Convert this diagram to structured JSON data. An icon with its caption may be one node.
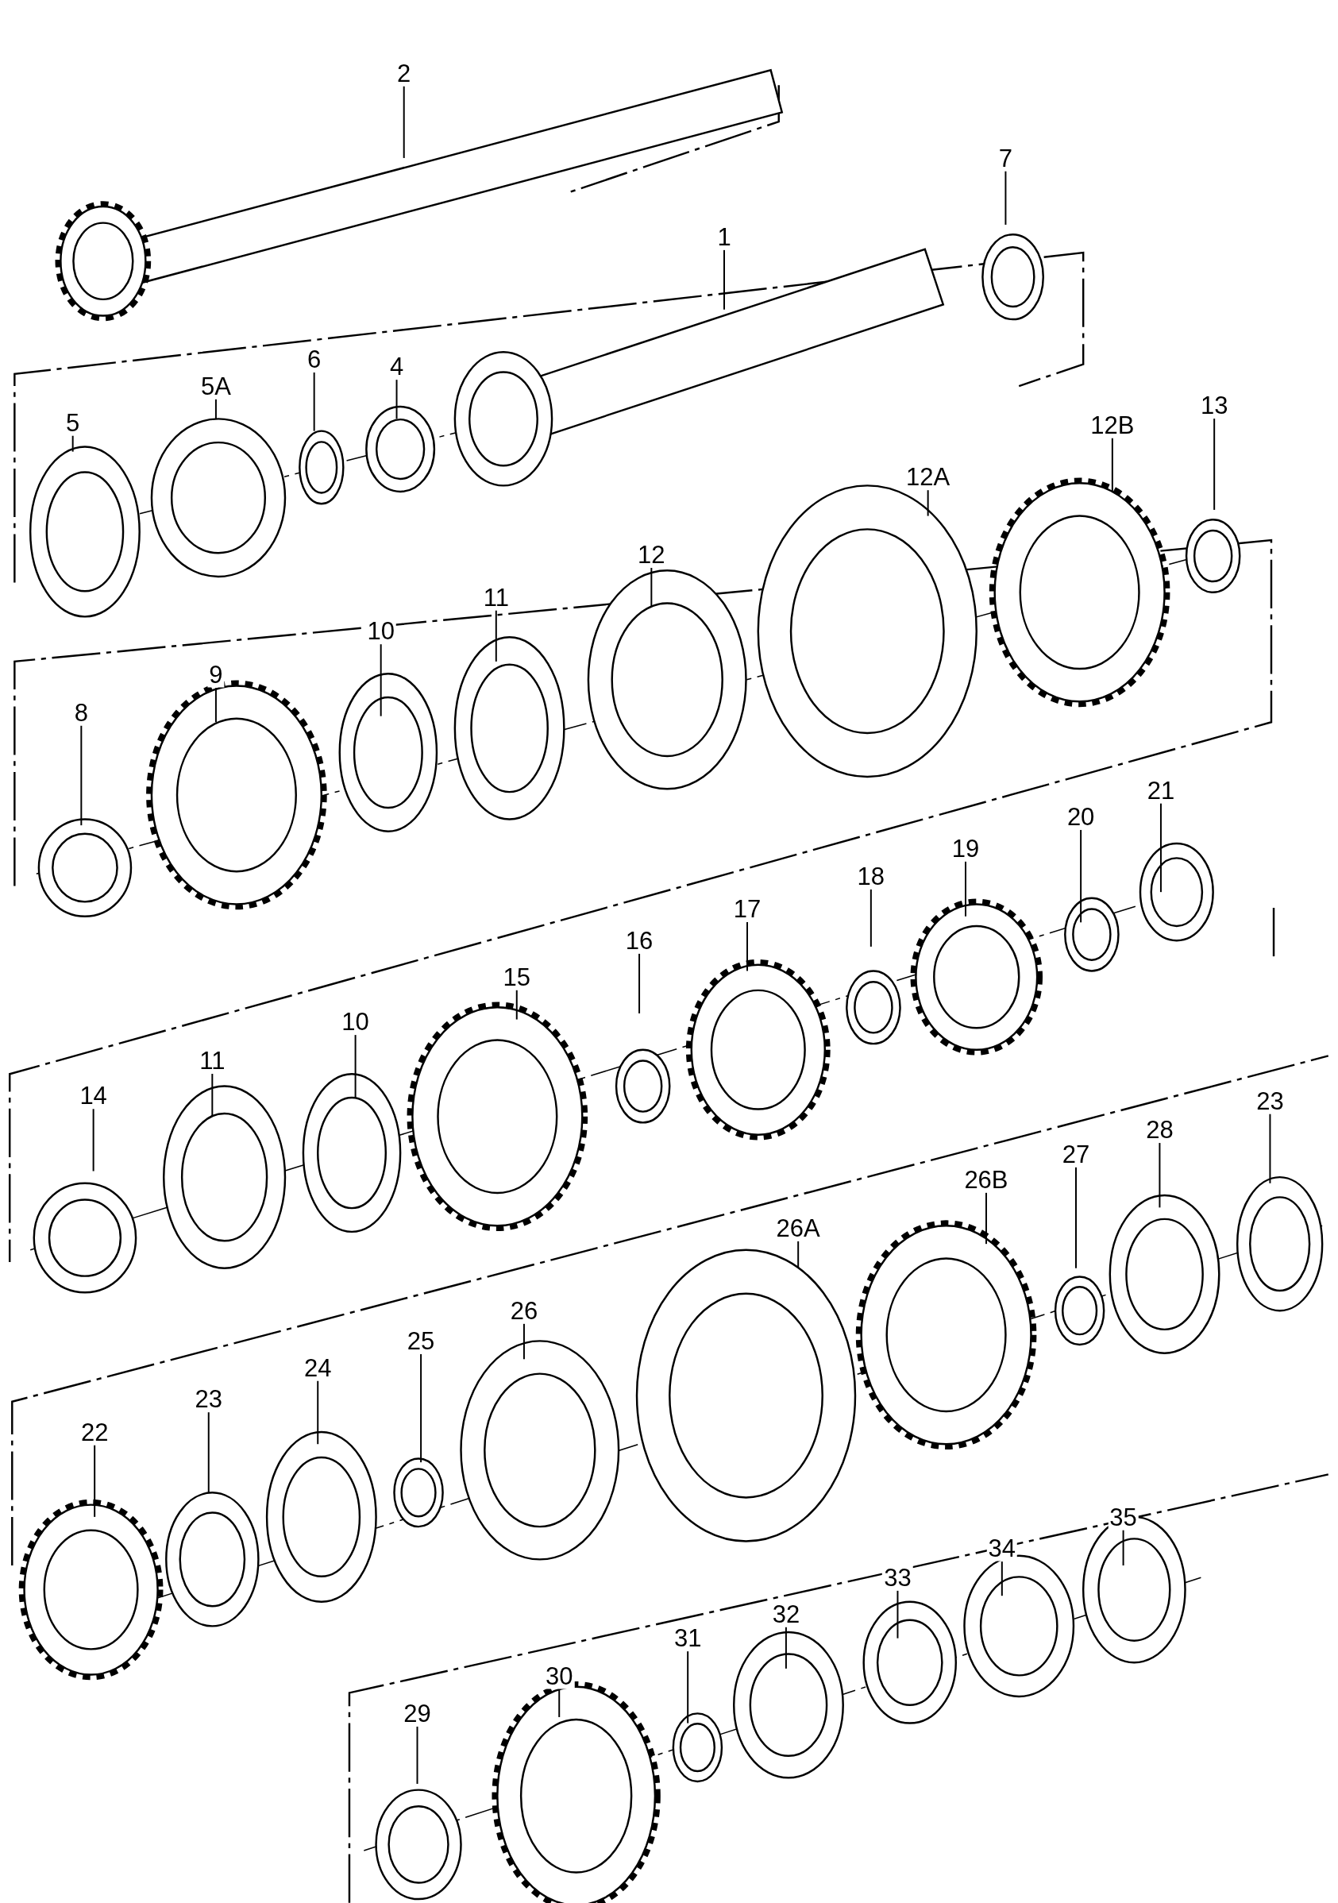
{
  "diagram": {
    "nodes": [
      {
        "text": [
          "2"
        ]
      },
      {
        "text": [
          "7"
        ]
      },
      {
        "text": [
          "1"
        ]
      },
      {
        "text": [
          "5"
        ]
      },
      {
        "text": [
          "5A"
        ]
      },
      {
        "text": [
          "6"
        ]
      },
      {
        "text": [
          "4"
        ]
      },
      {
        "text": [
          "12B"
        ]
      },
      {
        "text": [
          "13"
        ]
      },
      {
        "text": [
          "12A"
        ]
      },
      {
        "text": [
          "12"
        ]
      },
      {
        "text": [
          "11"
        ]
      },
      {
        "text": [
          "10"
        ]
      },
      {
        "text": [
          "9"
        ]
      },
      {
        "text": [
          "8"
        ]
      },
      {
        "text": [
          "21"
        ]
      },
      {
        "text": [
          "20"
        ]
      },
      {
        "text": [
          "19"
        ]
      },
      {
        "text": [
          "18"
        ]
      },
      {
        "text": [
          "17"
        ]
      },
      {
        "text": [
          "16"
        ]
      },
      {
        "text": [
          "15"
        ]
      },
      {
        "text": [
          "10"
        ]
      },
      {
        "text": [
          "11"
        ]
      },
      {
        "text": [
          "14"
        ]
      },
      {
        "text": [
          "23"
        ]
      },
      {
        "text": [
          "28"
        ]
      },
      {
        "text": [
          "27"
        ]
      },
      {
        "text": [
          "26B"
        ]
      },
      {
        "text": [
          "26A"
        ]
      },
      {
        "text": [
          "26"
        ]
      },
      {
        "text": [
          "25"
        ]
      },
      {
        "text": [
          "24"
        ]
      },
      {
        "text": [
          "23"
        ]
      },
      {
        "text": [
          "22"
        ]
      },
      {
        "text": [
          "35"
        ]
      },
      {
        "text": [
          "34"
        ]
      },
      {
        "text": [
          "33"
        ]
      },
      {
        "text": [
          "32"
        ]
      },
      {
        "text": [
          "31"
        ]
      },
      {
        "text": [
          "30"
        ]
      },
      {
        "text": [
          "29"
        ]
      }
    ],
    "edges": [
      {
        "from": 0,
        "to": null,
        "arrow": "none"
      },
      {
        "from": 1,
        "to": null,
        "arrow": "none"
      },
      {
        "from": 2,
        "to": null,
        "arrow": "none"
      },
      {
        "from": 3,
        "to": null,
        "arrow": "none"
      },
      {
        "from": 4,
        "to": null,
        "arrow": "none"
      },
      {
        "from": 5,
        "to": null,
        "arrow": "none"
      },
      {
        "from": 6,
        "to": null,
        "arrow": "none"
      },
      {
        "from": 7,
        "to": null,
        "arrow": "none"
      },
      {
        "from": 8,
        "to": null,
        "arrow": "none"
      },
      {
        "from": 9,
        "to": null,
        "arrow": "none"
      },
      {
        "from": 10,
        "to": null,
        "arrow": "none"
      },
      {
        "from": 11,
        "to": null,
        "arrow": "none"
      },
      {
        "from": 12,
        "to": null,
        "arrow": "none"
      },
      {
        "from": 13,
        "to": null,
        "arrow": "none"
      },
      {
        "from": 14,
        "to": null,
        "arrow": "none"
      },
      {
        "from": 15,
        "to": null,
        "arrow": "none"
      },
      {
        "from": 16,
        "to": null,
        "arrow": "none"
      },
      {
        "from": 17,
        "to": null,
        "arrow": "none"
      },
      {
        "from": 18,
        "to": null,
        "arrow": "none"
      },
      {
        "from": 19,
        "to": null,
        "arrow": "none"
      },
      {
        "from": 20,
        "to": null,
        "arrow": "none"
      },
      {
        "from": 21,
        "to": null,
        "arrow": "none"
      },
      {
        "from": 22,
        "to": null,
        "arrow": "none"
      },
      {
        "from": 23,
        "to": null,
        "arrow": "none"
      },
      {
        "from": 24,
        "to": null,
        "arrow": "none"
      },
      {
        "from": 25,
        "to": null,
        "arrow": "none"
      },
      {
        "from": 26,
        "to": null,
        "arrow": "none"
      },
      {
        "from": 27,
        "to": null,
        "arrow": "none"
      },
      {
        "from": 28,
        "to": null,
        "arrow": "none"
      },
      {
        "from": 29,
        "to": null,
        "arrow": "none"
      },
      {
        "from": 30,
        "to": null,
        "arrow": "none"
      },
      {
        "from": 31,
        "to": null,
        "arrow": "none"
      },
      {
        "from": 32,
        "to": null,
        "arrow": "none"
      },
      {
        "from": 33,
        "to": null,
        "arrow": "none"
      },
      {
        "from": 34,
        "to": null,
        "arrow": "none"
      },
      {
        "from": 35,
        "to": null,
        "arrow": "none"
      },
      {
        "from": 36,
        "to": null,
        "arrow": "none"
      },
      {
        "from": 37,
        "to": null,
        "arrow": "none"
      },
      {
        "from": 38,
        "to": null,
        "arrow": "none"
      },
      {
        "from": 39,
        "to": null,
        "arrow": "none"
      },
      {
        "from": 40,
        "to": null,
        "arrow": "none"
      },
      {
        "from": 41,
        "to": null,
        "arrow": "none"
      }
    ]
  }
}
